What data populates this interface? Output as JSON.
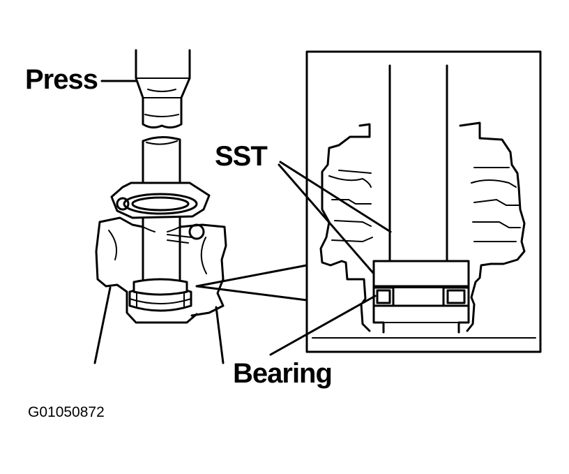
{
  "labels": {
    "press": "Press",
    "sst": "SST",
    "bearing": "Bearing",
    "figure_code": "G01050872"
  }
}
